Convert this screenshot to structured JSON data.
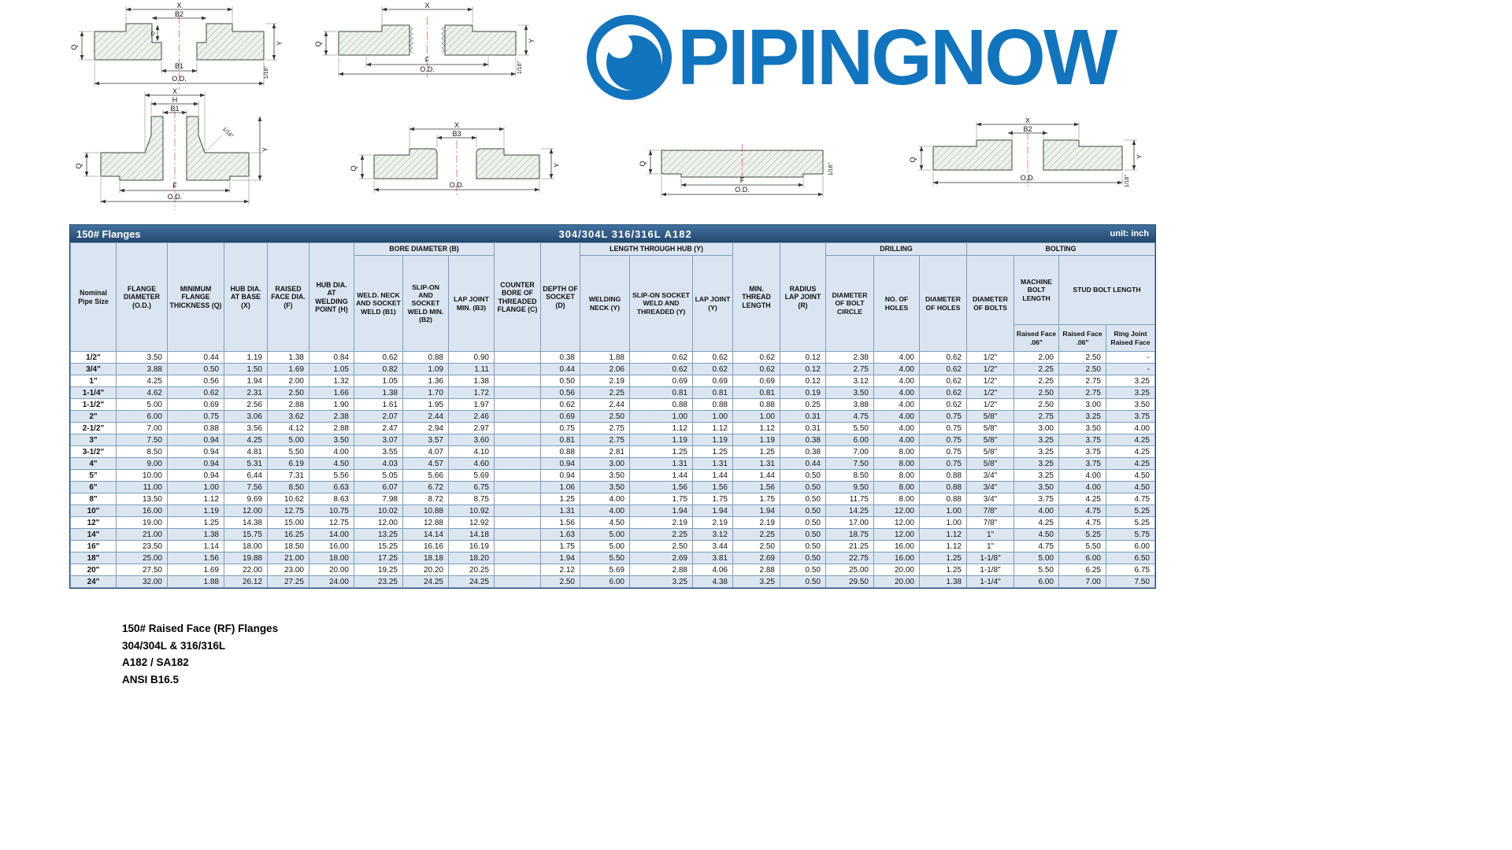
{
  "logo": {
    "text": "PIPINGNOW",
    "color": "#1274BD"
  },
  "dim_labels": {
    "x": "X",
    "b1": "B1",
    "b2": "B2",
    "b3": "B3",
    "h": "H",
    "f": "F",
    "q": "Q",
    "y": "Y",
    "d": "D",
    "od": "O.D.",
    "sixteenth": "1/16\""
  },
  "table": {
    "title": "150# Flanges",
    "subtitle": "304/304L  316/316L  A182",
    "unit": "unit: inch",
    "groups": {
      "bore": "BORE DIAMETER (B)",
      "hub": "LENGTH THROUGH HUB (Y)",
      "drilling": "DRILLING",
      "bolting": "BOLTING",
      "machine_bolt": "MACHINE BOLT LENGTH",
      "stud_bolt": "STUD BOLT LENGTH"
    },
    "headers": {
      "size": "Nominal Pipe Size",
      "od": "FLANGE DIAMETER (O.D.)",
      "q": "MINIMUM FLANGE THICKNESS (Q)",
      "x": "HUB DIA. AT BASE (X)",
      "f": "RAISED FACE DIA. (F)",
      "h": "HUB DIA. AT WELDING POINT (H)",
      "b1": "WELD. NECK AND SOCKET WELD (B1)",
      "b2": "SLIP-ON AND SOCKET WELD MIN. (B2)",
      "b3": "LAP JOINT MIN. (B3)",
      "c": "COUNTER BORE OF THREADED FLANGE (C)",
      "d": "DEPTH OF SOCKET (D)",
      "y_wn": "WELDING NECK (Y)",
      "y_so": "SLIP-ON SOCKET WELD AND THREADED (Y)",
      "y_lj": "LAP JOINT (Y)",
      "min_thread": "MIN. THREAD LENGTH",
      "r": "RADIUS LAP JOINT (R)",
      "bolt_circle": "DIAMETER OF BOLT CIRCLE",
      "no_holes": "NO. OF HOLES",
      "dia_holes": "DIAMETER OF HOLES",
      "dia_bolts": "DIAMETER OF BOLTS",
      "machine_rf": "Raised Face .06\"",
      "stud_rf": "Raised Face .06\"",
      "ring_joint": "Ring Joint Raised Face"
    },
    "rows": [
      [
        "1/2\"",
        "3.50",
        "0.44",
        "1.19",
        "1.38",
        "0.84",
        "0.62",
        "0.88",
        "0.90",
        "",
        "0.38",
        "1.88",
        "0.62",
        "0.62",
        "0.62",
        "0.12",
        "2.38",
        "4.00",
        "0.62",
        "1/2\"",
        "2.00",
        "2.50",
        "-"
      ],
      [
        "3/4\"",
        "3.88",
        "0.50",
        "1.50",
        "1.69",
        "1.05",
        "0.82",
        "1.09",
        "1.11",
        "",
        "0.44",
        "2.06",
        "0.62",
        "0.62",
        "0.62",
        "0.12",
        "2.75",
        "4.00",
        "0.62",
        "1/2\"",
        "2.25",
        "2.50",
        "-"
      ],
      [
        "1\"",
        "4.25",
        "0.56",
        "1.94",
        "2.00",
        "1.32",
        "1.05",
        "1.36",
        "1.38",
        "",
        "0.50",
        "2.19",
        "0.69",
        "0.69",
        "0.69",
        "0.12",
        "3.12",
        "4.00",
        "0.62",
        "1/2\"",
        "2.25",
        "2.75",
        "3.25"
      ],
      [
        "1-1/4\"",
        "4.62",
        "0.62",
        "2.31",
        "2.50",
        "1.66",
        "1.38",
        "1.70",
        "1.72",
        "",
        "0.56",
        "2.25",
        "0.81",
        "0.81",
        "0.81",
        "0.19",
        "3.50",
        "4.00",
        "0.62",
        "1/2\"",
        "2.50",
        "2.75",
        "3.25"
      ],
      [
        "1-1/2\"",
        "5.00",
        "0.69",
        "2.56",
        "2.88",
        "1.90",
        "1.61",
        "1.95",
        "1.97",
        "",
        "0.62",
        "2.44",
        "0.88",
        "0.88",
        "0.88",
        "0.25",
        "3.88",
        "4.00",
        "0.62",
        "1/2\"",
        "2.50",
        "3.00",
        "3.50"
      ],
      [
        "2\"",
        "6.00",
        "0.75",
        "3.06",
        "3.62",
        "2.38",
        "2.07",
        "2.44",
        "2.46",
        "",
        "0.69",
        "2.50",
        "1.00",
        "1.00",
        "1.00",
        "0.31",
        "4.75",
        "4.00",
        "0.75",
        "5/8\"",
        "2.75",
        "3.25",
        "3.75"
      ],
      [
        "2-1/2\"",
        "7.00",
        "0.88",
        "3.56",
        "4.12",
        "2.88",
        "2.47",
        "2.94",
        "2.97",
        "",
        "0.75",
        "2.75",
        "1.12",
        "1.12",
        "1.12",
        "0.31",
        "5.50",
        "4.00",
        "0.75",
        "5/8\"",
        "3.00",
        "3.50",
        "4.00"
      ],
      [
        "3\"",
        "7.50",
        "0.94",
        "4.25",
        "5.00",
        "3.50",
        "3.07",
        "3.57",
        "3.60",
        "",
        "0.81",
        "2.75",
        "1.19",
        "1.19",
        "1.19",
        "0.38",
        "6.00",
        "4.00",
        "0.75",
        "5/8\"",
        "3.25",
        "3.75",
        "4.25"
      ],
      [
        "3-1/2\"",
        "8.50",
        "0.94",
        "4.81",
        "5.50",
        "4.00",
        "3.55",
        "4.07",
        "4.10",
        "",
        "0.88",
        "2.81",
        "1.25",
        "1.25",
        "1.25",
        "0.38",
        "7.00",
        "8.00",
        "0.75",
        "5/8\"",
        "3.25",
        "3.75",
        "4.25"
      ],
      [
        "4\"",
        "9.00",
        "0.94",
        "5.31",
        "6.19",
        "4.50",
        "4.03",
        "4.57",
        "4.60",
        "",
        "0.94",
        "3.00",
        "1.31",
        "1.31",
        "1.31",
        "0.44",
        "7.50",
        "8.00",
        "0.75",
        "5/8\"",
        "3.25",
        "3.75",
        "4.25"
      ],
      [
        "5\"",
        "10.00",
        "0.94",
        "6.44",
        "7.31",
        "5.56",
        "5.05",
        "5.66",
        "5.69",
        "",
        "0.94",
        "3.50",
        "1.44",
        "1.44",
        "1.44",
        "0.50",
        "8.50",
        "8.00",
        "0.88",
        "3/4\"",
        "3.25",
        "4.00",
        "4.50"
      ],
      [
        "6\"",
        "11.00",
        "1.00",
        "7.56",
        "8.50",
        "6.63",
        "6.07",
        "6.72",
        "6.75",
        "",
        "1.06",
        "3.50",
        "1.56",
        "1.56",
        "1.56",
        "0.50",
        "9.50",
        "8.00",
        "0.88",
        "3/4\"",
        "3.50",
        "4.00",
        "4.50"
      ],
      [
        "8\"",
        "13.50",
        "1.12",
        "9.69",
        "10.62",
        "8.63",
        "7.98",
        "8.72",
        "8.75",
        "",
        "1.25",
        "4.00",
        "1.75",
        "1.75",
        "1.75",
        "0.50",
        "11.75",
        "8.00",
        "0.88",
        "3/4\"",
        "3.75",
        "4.25",
        "4.75"
      ],
      [
        "10\"",
        "16.00",
        "1.19",
        "12.00",
        "12.75",
        "10.75",
        "10.02",
        "10.88",
        "10.92",
        "",
        "1.31",
        "4.00",
        "1.94",
        "1.94",
        "1.94",
        "0.50",
        "14.25",
        "12.00",
        "1.00",
        "7/8\"",
        "4.00",
        "4.75",
        "5.25"
      ],
      [
        "12\"",
        "19.00",
        "1.25",
        "14.38",
        "15.00",
        "12.75",
        "12.00",
        "12.88",
        "12.92",
        "",
        "1.56",
        "4.50",
        "2.19",
        "2.19",
        "2.19",
        "0.50",
        "17.00",
        "12.00",
        "1.00",
        "7/8\"",
        "4.25",
        "4.75",
        "5.25"
      ],
      [
        "14\"",
        "21.00",
        "1.38",
        "15.75",
        "16.25",
        "14.00",
        "13.25",
        "14.14",
        "14.18",
        "",
        "1.63",
        "5.00",
        "2.25",
        "3.12",
        "2.25",
        "0.50",
        "18.75",
        "12.00",
        "1.12",
        "1\"",
        "4.50",
        "5.25",
        "5.75"
      ],
      [
        "16\"",
        "23.50",
        "1.14",
        "18.00",
        "18.50",
        "16.00",
        "15.25",
        "16.16",
        "16.19",
        "",
        "1.75",
        "5.00",
        "2.50",
        "3.44",
        "2.50",
        "0.50",
        "21.25",
        "16.00",
        "1.12",
        "1\"",
        "4.75",
        "5.50",
        "6.00"
      ],
      [
        "18\"",
        "25.00",
        "1.56",
        "19.88",
        "21.00",
        "18.00",
        "17.25",
        "18.18",
        "18.20",
        "",
        "1.94",
        "5.50",
        "2.69",
        "3.81",
        "2.69",
        "0.50",
        "22.75",
        "16.00",
        "1.25",
        "1-1/8\"",
        "5.00",
        "6.00",
        "6.50"
      ],
      [
        "20\"",
        "27.50",
        "1.69",
        "22.00",
        "23.00",
        "20.00",
        "19.25",
        "20.20",
        "20.25",
        "",
        "2.12",
        "5.69",
        "2.88",
        "4.06",
        "2.88",
        "0.50",
        "25.00",
        "20.00",
        "1.25",
        "1-1/8\"",
        "5.50",
        "6.25",
        "6.75"
      ],
      [
        "24\"",
        "32.00",
        "1.88",
        "26.12",
        "27.25",
        "24.00",
        "23.25",
        "24.25",
        "24.25",
        "",
        "2.50",
        "6.00",
        "3.25",
        "4.38",
        "3.25",
        "0.50",
        "29.50",
        "20.00",
        "1.38",
        "1-1/4\"",
        "6.00",
        "7.00",
        "7.50"
      ]
    ]
  },
  "footer": {
    "lines": [
      "150# Raised Face (RF) Flanges",
      "304/304L & 316/316L",
      "A182 / SA182",
      "ANSI B16.5"
    ]
  }
}
